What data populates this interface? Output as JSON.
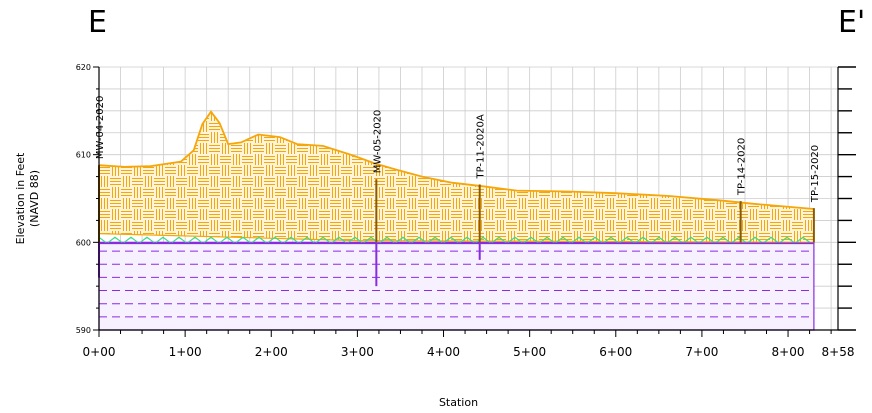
{
  "section": {
    "start_label": "E",
    "end_label": "E'"
  },
  "chart_data": {
    "type": "cross-section",
    "xlabel": "Station",
    "ylabel_lines": [
      "Elevation in Feet",
      "(NAVD 88)"
    ],
    "x_ticks": [
      {
        "value": 0,
        "label": "0+00"
      },
      {
        "value": 100,
        "label": "1+00"
      },
      {
        "value": 200,
        "label": "2+00"
      },
      {
        "value": 300,
        "label": "3+00"
      },
      {
        "value": 400,
        "label": "4+00"
      },
      {
        "value": 500,
        "label": "5+00"
      },
      {
        "value": 600,
        "label": "6+00"
      },
      {
        "value": 700,
        "label": "7+00"
      },
      {
        "value": 800,
        "label": "8+00"
      },
      {
        "value": 858,
        "label": "8+58"
      }
    ],
    "xlim": [
      0,
      858
    ],
    "y_ticks": [
      {
        "value": 590,
        "label": "590"
      },
      {
        "value": 600,
        "label": "600"
      },
      {
        "value": 610,
        "label": "610"
      },
      {
        "value": 620,
        "label": "620"
      }
    ],
    "ylim": [
      590,
      620
    ],
    "ground_surface": [
      [
        0,
        608.8
      ],
      [
        30,
        608.6
      ],
      [
        60,
        608.7
      ],
      [
        95,
        609.2
      ],
      [
        110,
        610.5
      ],
      [
        120,
        613.5
      ],
      [
        130,
        614.9
      ],
      [
        140,
        613.6
      ],
      [
        150,
        611.2
      ],
      [
        165,
        611.4
      ],
      [
        185,
        612.3
      ],
      [
        210,
        612.0
      ],
      [
        230,
        611.2
      ],
      [
        260,
        611.0
      ],
      [
        295,
        609.9
      ],
      [
        320,
        609.0
      ],
      [
        345,
        608.3
      ],
      [
        375,
        607.5
      ],
      [
        410,
        606.8
      ],
      [
        445,
        606.4
      ],
      [
        485,
        605.9
      ],
      [
        545,
        605.8
      ],
      [
        600,
        605.6
      ],
      [
        660,
        605.3
      ],
      [
        720,
        604.8
      ],
      [
        760,
        604.4
      ],
      [
        830,
        603.8
      ]
    ],
    "fill_bottom": [
      [
        0,
        601.0
      ],
      [
        300,
        600.2
      ],
      [
        830,
        600.0
      ]
    ],
    "water_table": [
      [
        0,
        600.0
      ],
      [
        830,
        600.0
      ]
    ],
    "bottom_elevation": 590,
    "borings": [
      {
        "id": "MW-04-2020",
        "station": 0,
        "top": 608.8,
        "bottom": 596.0
      },
      {
        "id": "MW-05-2020",
        "station": 322,
        "top": 607.2,
        "bottom": 595.0
      },
      {
        "id": "TP-11-2020A",
        "station": 442,
        "top": 606.6,
        "bottom": 598.0
      },
      {
        "id": "TP-14-2020",
        "station": 745,
        "top": 604.7,
        "bottom": 600.0
      },
      {
        "id": "TP-15-2020",
        "station": 830,
        "top": 603.9,
        "bottom": 600.0
      }
    ],
    "colors": {
      "fill_unit": "#f5a60a",
      "water_line": "#33dd88",
      "lower_unit": "#8a2be2",
      "grid": "#cccccc",
      "boring": "#8a5a00"
    }
  }
}
